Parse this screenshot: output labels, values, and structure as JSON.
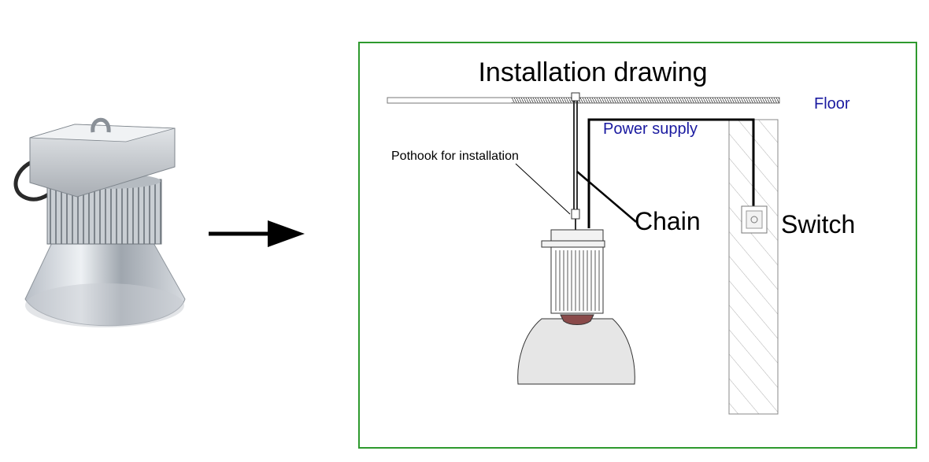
{
  "diagram": {
    "title": "Installation drawing",
    "labels": {
      "floor": "Floor",
      "power_supply": "Power supply",
      "pothook": "Pothook for installation",
      "chain": "Chain",
      "switch": "Switch"
    },
    "colors": {
      "frame_border": "#2e9a2e",
      "blue_label": "#1a1aa0",
      "line": "#000000",
      "hatch": "#9a9a9a",
      "lamp_shade": "#e6e6e6",
      "lamp_body": "#f2f2f2",
      "lens": "#8a4a4a"
    }
  }
}
